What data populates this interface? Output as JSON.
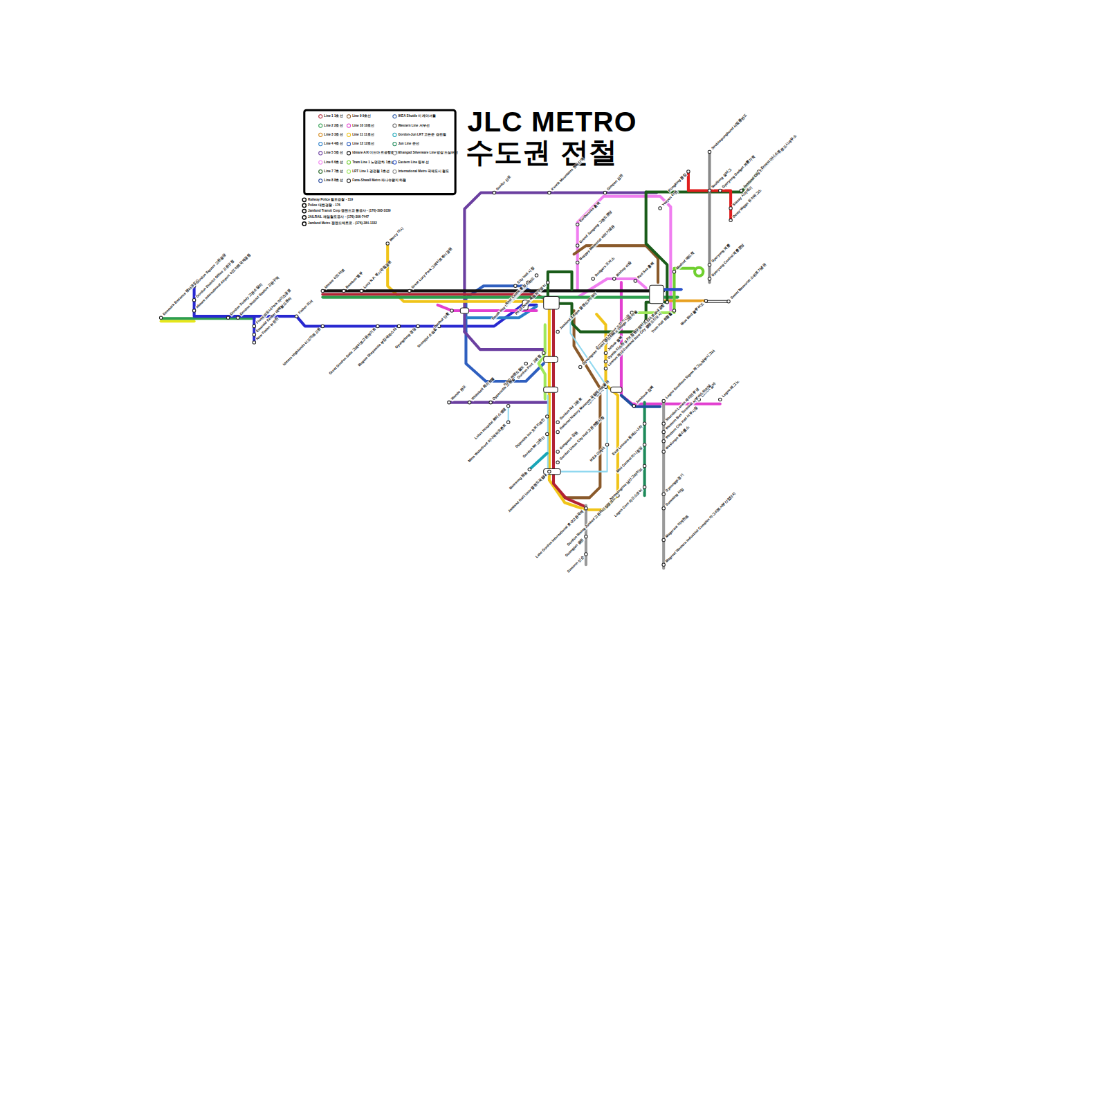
{
  "diagram": {
    "title": "JLC METRO",
    "labels": [
      "수도권 전철",
      "Railway Police 철도경찰 - 119",
      "Police 대한경찰 - 176",
      "Jamland Transit Corp 잼랜드교통공사 - (176)-393-1039",
      "JAILRAIL 재일철도공사 - (176)-306-7447",
      "Jamland Metro 잼랜드메트로 - (176)-384-1332",
      "Denmark Entrance 덴마크입구",
      "Gordon Square 고든광장",
      "Gordon District Office 고든구청",
      "Idmare International Airport 이드마르국제공항",
      "Gordon Sodaly 고든소달리",
      "Gordon District Station 고든구역",
      "Eyes Park 아이즈공원",
      "Fiona 피오나",
      "Emerald Center 에메랄드센터",
      "New Finlan 뉴핀란",
      "Fisher 피셔",
      "Idmare 이드마르",
      "Bamboo 뱀부",
      "Lucy N.P. 루시국립공원",
      "Great Lucy Park 그레이트루시공원",
      "Mercy 머시",
      "Great Gordon Gate 그레이트고든게이트",
      "Bugam Shepassta 부감셰파스타",
      "Gyungdang 경당",
      "Sosspjul 소습줄",
      "Danhut 단훗",
      "Sunfor 선포",
      "Kenrik Mountains 켄릭산맥",
      "Gimpan 김판",
      "South Hay Underpass 남해이지하도",
      "Rear Castle 후성",
      "City Hall 시청",
      "Pit of Death 죽음의구덩이",
      "Earthworks 흙벽",
      "Grand Jungang 그랜드중앙",
      "Bupppy Memorial 버피기념관",
      "Dodgers 도저스",
      "Bishop 비숍",
      "Yeeyen 이연",
      "Red Sea 홍해",
      "Madcat 매드캣",
      "Kongking 콩킹",
      "Seobimpungbund 서빔풍번드",
      "Seolberg 설버그",
      "Gyeryong Gadget 계룡가젯",
      "Gyeryong 계룡",
      "Gyeryong Central 계룡중앙",
      "Siasay 시아세이",
      "Dewy Wiggs 듀이위그스",
      "Jamland City Taxation Office 잼랜드시세무소",
      "Ernest 어니스트",
      "Blue Bird 블루버드",
      "Sweet Memorial 스위트기념관",
      "Tram Hall 트램홀",
      "Idmare Domestic Airport 이드마르국내공항",
      "Gardening Pit 정원구덩이",
      "Ceramics Market 도자기시장",
      "Jamland New City 잼랜드신도시",
      "Jambook 잠북",
      "Opera 오페라",
      "Jelbok 젤복",
      "Dystin 디스틴",
      "Lennus 레너스",
      "Gordon Village 고든마을",
      "Gyeongsan Tower 경산타워",
      "Jamland 3 Aqua 잼랜드3아쿠아",
      "Gordon Port 고든항",
      "JLRD 잼랜드철도",
      "Wando 완도",
      "Whitebell 화이트벨",
      "Oppenville 오펜빌",
      "Lotus Hospital 로터스병원",
      "Mina Waterfront 미나워터프론트",
      "Opposite Inn 오퍼지트인",
      "Gordon Mt 고든산",
      "Bamsong 밤송",
      "Jamland Nat'l Univ 잼랜드국립대",
      "Gordon Rd 고든로",
      "National History Museum 국립역사박물관",
      "Gangwon 강원",
      "Gordon Union City Hall 고든연합시청",
      "Lake Gordon International 호수고든국제",
      "Guangjun 광준",
      "Sinsoon 신순",
      "IKEA 이케아",
      "East Lesnara 동레스나라",
      "Mini Central 미니중앙",
      "Namsangrive 남산그라이브",
      "Lagos Core 라고스코어",
      "Gordon Rising Junked 고든라이징정크드",
      "Legno Southern Sigma 레그노남부시그마",
      "Lumba 룸바",
      "Legno 레그노",
      "Sheridan Lunen 셰리던루넨",
      "Western Bus Terminal 서부버스터미널",
      "Western City Hall 서부시청",
      "Wesloops 웨스룹스",
      "Gyeonggi 경기",
      "Summing 서밍",
      "Magerant 마게란트",
      "Magreet Western Industrial Complex 마그리트서부산업단지",
      "Idmare Highlands 이드마르고원"
    ],
    "legend": [
      {
        "text": "Line 1 1호선",
        "color": "#b22234"
      },
      {
        "text": "Line 2 2호선",
        "color": "#2e9e4f"
      },
      {
        "text": "Line 3 3호선",
        "color": "#d4891c"
      },
      {
        "text": "Line 4 4호선",
        "color": "#2a7fc9"
      },
      {
        "text": "Line 5 5호선",
        "color": "#6b3fa0"
      },
      {
        "text": "Line 6 6호선",
        "color": "#f07ef0"
      },
      {
        "text": "Line 7 7호선",
        "color": "#1a5c1a"
      },
      {
        "text": "Line 8 8호선",
        "color": "#1c3f99"
      },
      {
        "text": "Line 9 9호선",
        "color": "#8a5a2b"
      },
      {
        "text": "Line 10 10호선",
        "color": "#e23fd0"
      },
      {
        "text": "Line 11 11호선",
        "color": "#f0c419"
      },
      {
        "text": "Line 12 12호선",
        "color": "#2f5fbf"
      },
      {
        "text": "Idmare A/X 이드마르공항철도",
        "color": "#111111"
      },
      {
        "text": "Tram Line 1 노면전차 1호선",
        "color": "#6fcf2f"
      },
      {
        "text": "LRT Line 1 경전철 1호선",
        "color": "#9ee85a"
      },
      {
        "text": "Fana-Shwall Metro 파나슈왈지하철",
        "color": "#222222"
      },
      {
        "text": "IKEA Shuttle 이케아셔틀",
        "color": "#1f4fa0"
      },
      {
        "text": "Western Line 서부선",
        "color": "#666666"
      },
      {
        "text": "Gordon-Jun LRT 고든준 경전철",
        "color": "#1aa6b7"
      },
      {
        "text": "Jun Line 준선",
        "color": "#1e8a5a"
      },
      {
        "text": "Bhangad Silverware Line 방갈드실버선",
        "color": "#999999"
      },
      {
        "text": "Eastern Line 동부선",
        "color": "#2750c8"
      },
      {
        "text": "International Metro 국제도시철도",
        "color": "#888888"
      }
    ]
  }
}
